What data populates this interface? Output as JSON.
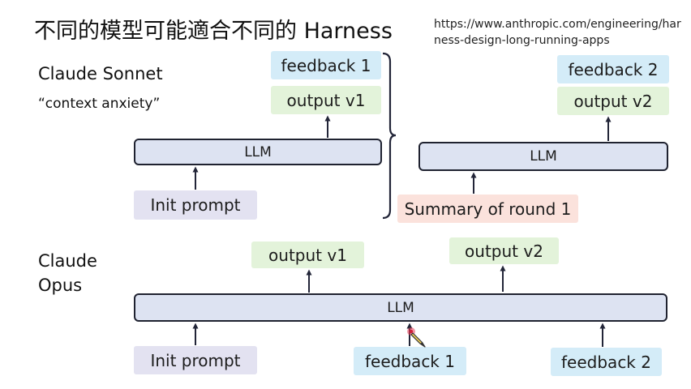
{
  "slide": {
    "title": "不同的模型可能適合不同的 Harness",
    "url": "https://www.anthropic.com/engineering/harness-design-long-running-apps"
  },
  "sonnet": {
    "label": "Claude Sonnet",
    "note": "“context anxiety”",
    "round1": {
      "feedback": "feedback 1",
      "output": "output v1",
      "llm": "LLM",
      "input": "Init prompt"
    },
    "round2": {
      "feedback": "feedback 2",
      "output": "output v2",
      "llm": "LLM",
      "summary": "Summary of round 1"
    }
  },
  "opus": {
    "label_line1": "Claude",
    "label_line2": "Opus",
    "output1": "output v1",
    "output2": "output v2",
    "llm": "LLM",
    "input": "Init prompt",
    "feedback1": "feedback 1",
    "feedback2": "feedback 2"
  }
}
